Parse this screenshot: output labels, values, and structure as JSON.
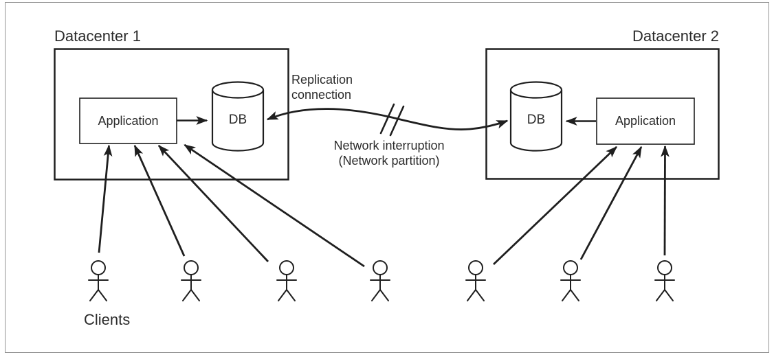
{
  "figure": {
    "datacenters": [
      {
        "title": "Datacenter 1",
        "application_label": "Application",
        "db_label": "DB"
      },
      {
        "title": "Datacenter 2",
        "application_label": "Application",
        "db_label": "DB"
      }
    ],
    "replication_label": "Replication\nconnection",
    "interruption_label": "Network interruption\n(Network partition)",
    "clients_label": "Clients",
    "clients": {
      "left_count": 4,
      "right_count": 3,
      "total": 7
    },
    "icons": {
      "client": "stick-figure-icon",
      "network_break": "double-slash-break-icon",
      "database": "cylinder-icon",
      "link": "double-headed-arrow"
    },
    "colors": {
      "line": "#1f1f1f",
      "text": "#2b2b2b",
      "frame": "#929292",
      "background": "#ffffff"
    }
  }
}
